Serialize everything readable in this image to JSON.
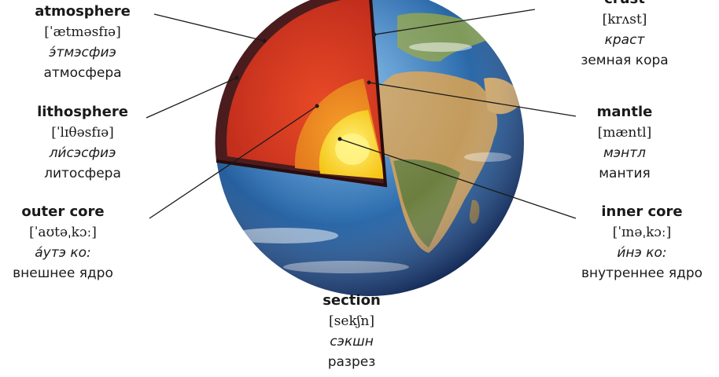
{
  "labels": {
    "atmosphere": {
      "term": "atmosphere",
      "ipa": "[ˈætməsfɪə]",
      "translit": "э́тмэсфиэ",
      "ru": "атмосфера"
    },
    "crust": {
      "term": "crust",
      "ipa": "[krʌst]",
      "translit": "краст",
      "ru": "земная кора"
    },
    "lithosphere": {
      "term": "lithosphere",
      "ipa": "[ˈlɪθəsfɪə]",
      "translit": "ли́сэсфиэ",
      "ru": "литосфера"
    },
    "mantle": {
      "term": "mantle",
      "ipa": "[mæntl]",
      "translit": "мэнтл",
      "ru": "мантия"
    },
    "outer_core": {
      "term": "outer core",
      "ipa": "[ˈaʊtəˌkɔː]",
      "translit": "а́утэ ко:",
      "ru": "внешнее ядро"
    },
    "inner_core": {
      "term": "inner core",
      "ipa": "[ˈɪnəˌkɔː]",
      "translit": "и́нэ ко:",
      "ru": "внутреннее ядро"
    },
    "section": {
      "term": "section",
      "ipa": "[sekʃn]",
      "translit": "сэкшн",
      "ru": "разрез"
    }
  },
  "colors": {
    "ocean": "#2f6fb0",
    "land": "#b7925a",
    "crust_band": "#5a2324",
    "mantle": "#d63a20",
    "outer_core": "#f08c1e",
    "inner_core": "#ffd21a",
    "leader_line": "#1a1a1a"
  }
}
